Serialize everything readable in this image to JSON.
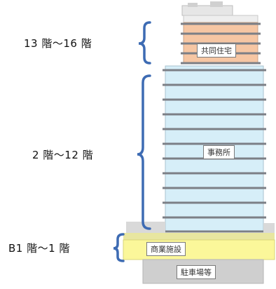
{
  "levels": {
    "residential": {
      "range_label": "13 階～16 階",
      "use_label": "共同住宅",
      "color": "#f6c6a3"
    },
    "office": {
      "range_label": "2 階～12 階",
      "use_label": "事務所",
      "color": "#d6eef8"
    },
    "commercial": {
      "range_label": "B1 階～1 階",
      "use_label": "商業施設",
      "color": "#fbf79a"
    },
    "parking": {
      "use_label": "駐車場等",
      "color": "#cfcfcf"
    }
  },
  "colors": {
    "bracket": "#3d6bb3",
    "floor_line": "#7c7f86",
    "rooftop": "#d9d9d9"
  }
}
